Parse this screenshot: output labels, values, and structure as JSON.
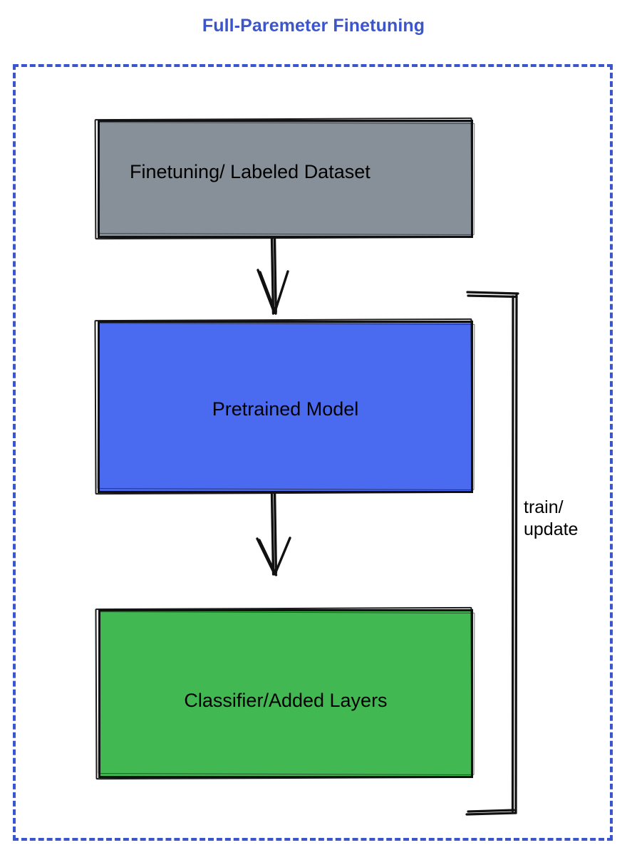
{
  "title": "Full-Paremeter Finetuning",
  "colors": {
    "title": "#3b56cc",
    "frame_border": "#3b56cc",
    "dataset_box": "#878f99",
    "pretrained_box": "#4a6bf0",
    "classifier_box": "#41b851",
    "stroke": "#111111",
    "label_text": "#000000",
    "background": "#ffffff"
  },
  "frame": {
    "style": "dashed",
    "name": "diagram-boundary"
  },
  "nodes": [
    {
      "id": "dataset",
      "label": "Finetuning/ Labeled Dataset",
      "fill": "#878f99",
      "text_align": "left"
    },
    {
      "id": "pretrained",
      "label": "Pretrained Model",
      "fill": "#4a6bf0",
      "text_align": "center"
    },
    {
      "id": "classifier",
      "label": "Classifier/Added Layers",
      "fill": "#41b851",
      "text_align": "center"
    }
  ],
  "edges": [
    {
      "id": "dataset-to-pretrained",
      "from": "dataset",
      "to": "pretrained",
      "label": "",
      "style": "arrow-down"
    },
    {
      "id": "pretrained-to-classifier",
      "from": "pretrained",
      "to": "classifier",
      "label": "",
      "style": "arrow-down"
    },
    {
      "id": "feedback-loop",
      "from": "classifier",
      "to": "pretrained",
      "label_line1": "train/",
      "label_line2": "update",
      "style": "bracket-right"
    }
  ],
  "loop_label": {
    "line1": "train/",
    "line2": "update"
  }
}
